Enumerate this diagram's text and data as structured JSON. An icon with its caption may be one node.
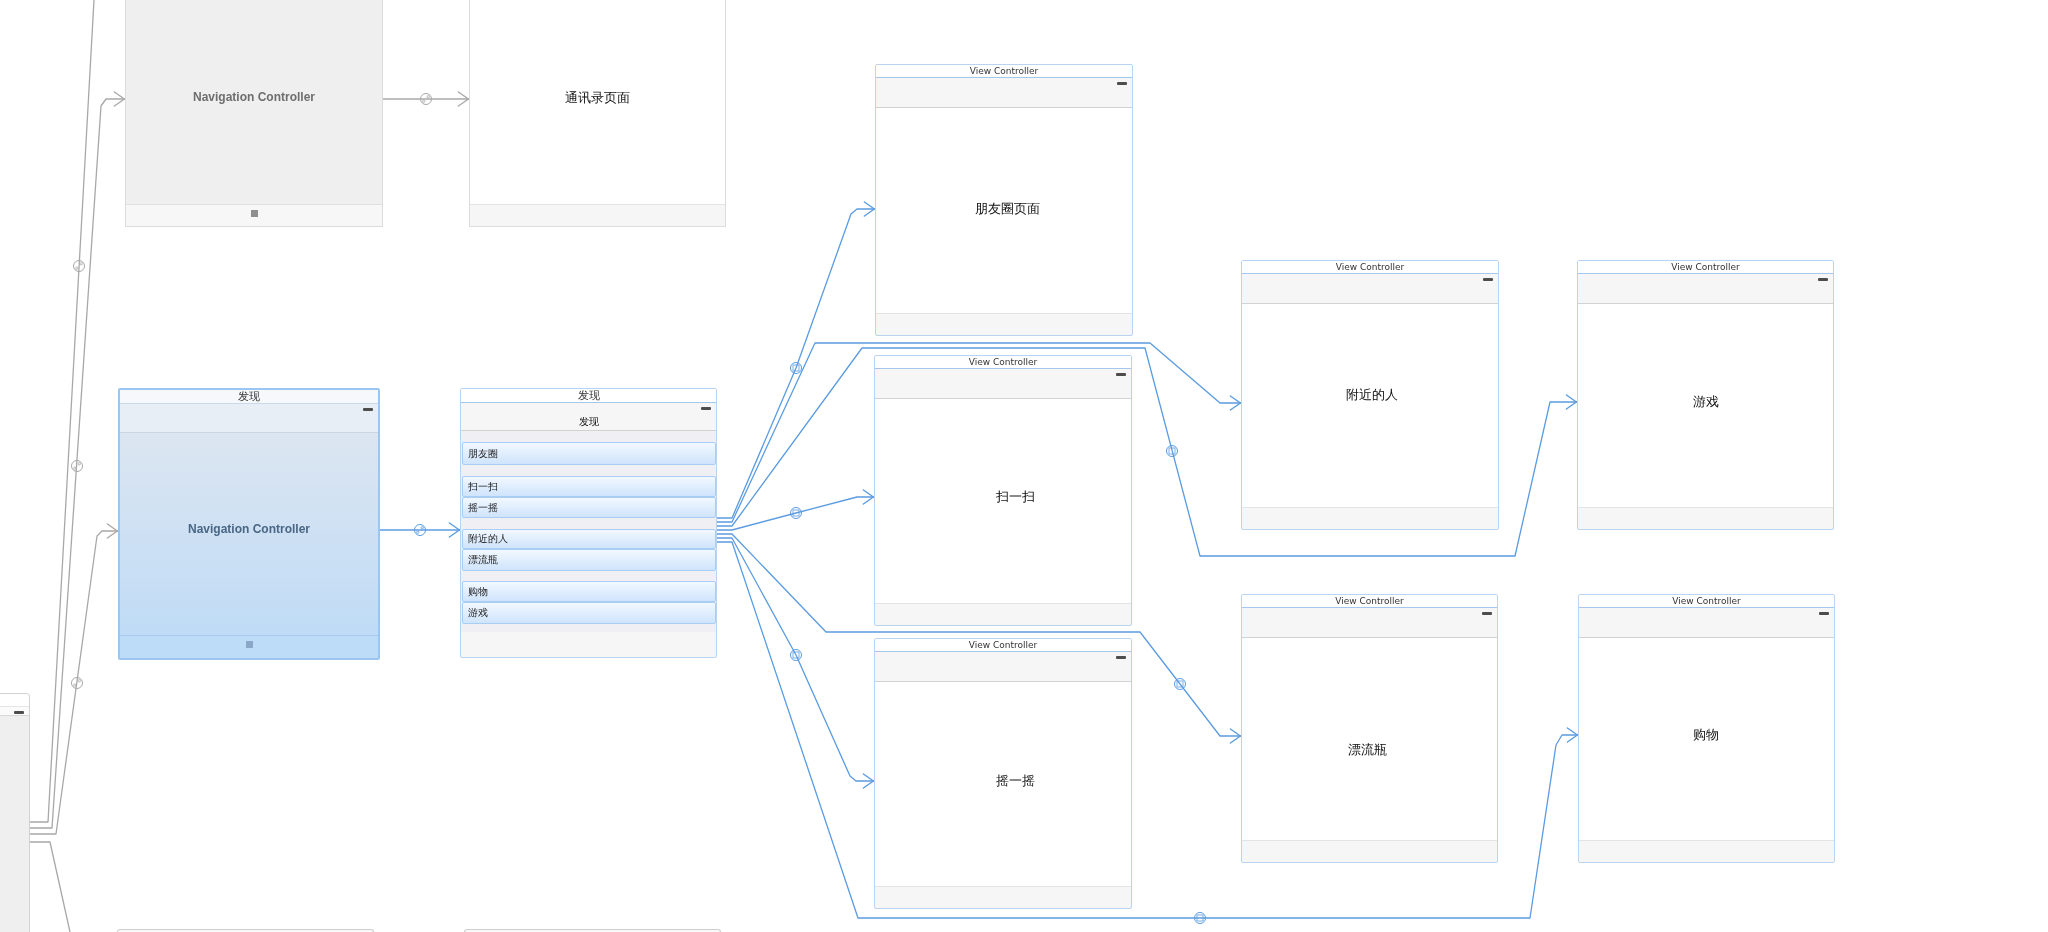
{
  "diagram": {
    "nodes": [
      {
        "text": [],
        "shape": "box"
      },
      {
        "text": [
          "Navigation Controller"
        ]
      },
      {
        "text": [
          "通讯录页面"
        ]
      },
      {
        "text": [
          "发现",
          "Navigation Controller"
        ]
      },
      {
        "text": [
          "发现",
          "发现"
        ]
      },
      {
        "text": [
          "朋友圈"
        ],
        "in": 4
      },
      {
        "text": [
          "扫一扫"
        ],
        "in": 4
      },
      {
        "text": [
          "摇一摇"
        ],
        "in": 4
      },
      {
        "text": [
          "附近的人"
        ],
        "in": 4
      },
      {
        "text": [
          "漂流瓶"
        ],
        "in": 4
      },
      {
        "text": [
          "购物"
        ],
        "in": 4
      },
      {
        "text": [
          "游戏"
        ],
        "in": 4
      },
      {
        "text": [
          "View Controller",
          "朋友圈页面"
        ]
      },
      {
        "text": [
          "View Controller",
          "扫一扫"
        ]
      },
      {
        "text": [
          "View Controller",
          "摇一摇"
        ]
      },
      {
        "text": [
          "View Controller",
          "附近的人"
        ]
      },
      {
        "text": [
          "View Controller",
          "游戏"
        ]
      },
      {
        "text": [
          "View Controller",
          "漂流瓶"
        ]
      },
      {
        "text": [
          "View Controller",
          "购物"
        ]
      },
      {
        "text": [],
        "shape": "box"
      },
      {
        "text": [],
        "shape": "box"
      }
    ],
    "edges": [
      {
        "from": 0,
        "to": null,
        "arrow": "none",
        "color": "#a8a8a8"
      },
      {
        "from": 0,
        "to": 1,
        "arrow": "to",
        "color": "#a8a8a8"
      },
      {
        "from": 0,
        "to": 3,
        "arrow": "to",
        "color": "#a8a8a8"
      },
      {
        "from": 0,
        "to": null,
        "arrow": "none",
        "color": "#a8a8a8"
      },
      {
        "from": 1,
        "to": 2,
        "arrow": "to",
        "color": "#a8a8a8"
      },
      {
        "from": 3,
        "to": 4,
        "arrow": "to"
      },
      {
        "from": 4,
        "to": 12,
        "arrow": "to"
      },
      {
        "from": 4,
        "to": 13,
        "arrow": "to"
      },
      {
        "from": 4,
        "to": 14,
        "arrow": "to"
      },
      {
        "from": 4,
        "to": 15,
        "arrow": "to"
      },
      {
        "from": 4,
        "to": 16,
        "arrow": "to"
      },
      {
        "from": 4,
        "to": 17,
        "arrow": "to"
      },
      {
        "from": 4,
        "to": 18,
        "arrow": "to"
      }
    ]
  }
}
